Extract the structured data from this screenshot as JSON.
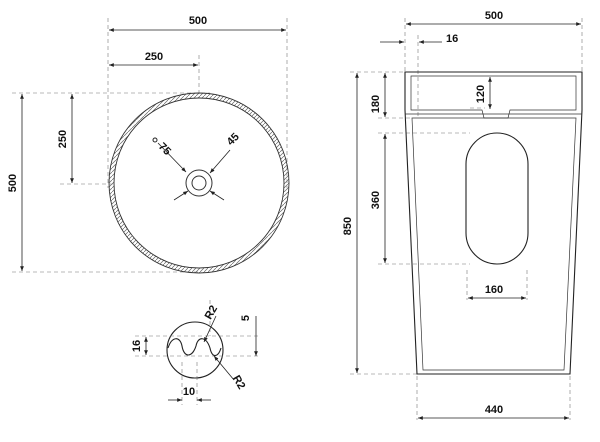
{
  "top_view": {
    "overall_width": "500",
    "half_width": "250",
    "overall_depth": "500",
    "half_depth": "250",
    "angle_left": "75",
    "angle_right": "45"
  },
  "side_view": {
    "overall_width": "500",
    "rim_offset": "16",
    "basin_depth": "120",
    "rim_height": "180",
    "opening_height": "360",
    "total_height": "850",
    "opening_width": "160",
    "base_width": "440"
  },
  "detail_view": {
    "height": "16",
    "pitch": "10",
    "groove_depth": "5",
    "radius_top": "R2",
    "radius_bottom": "R2"
  }
}
